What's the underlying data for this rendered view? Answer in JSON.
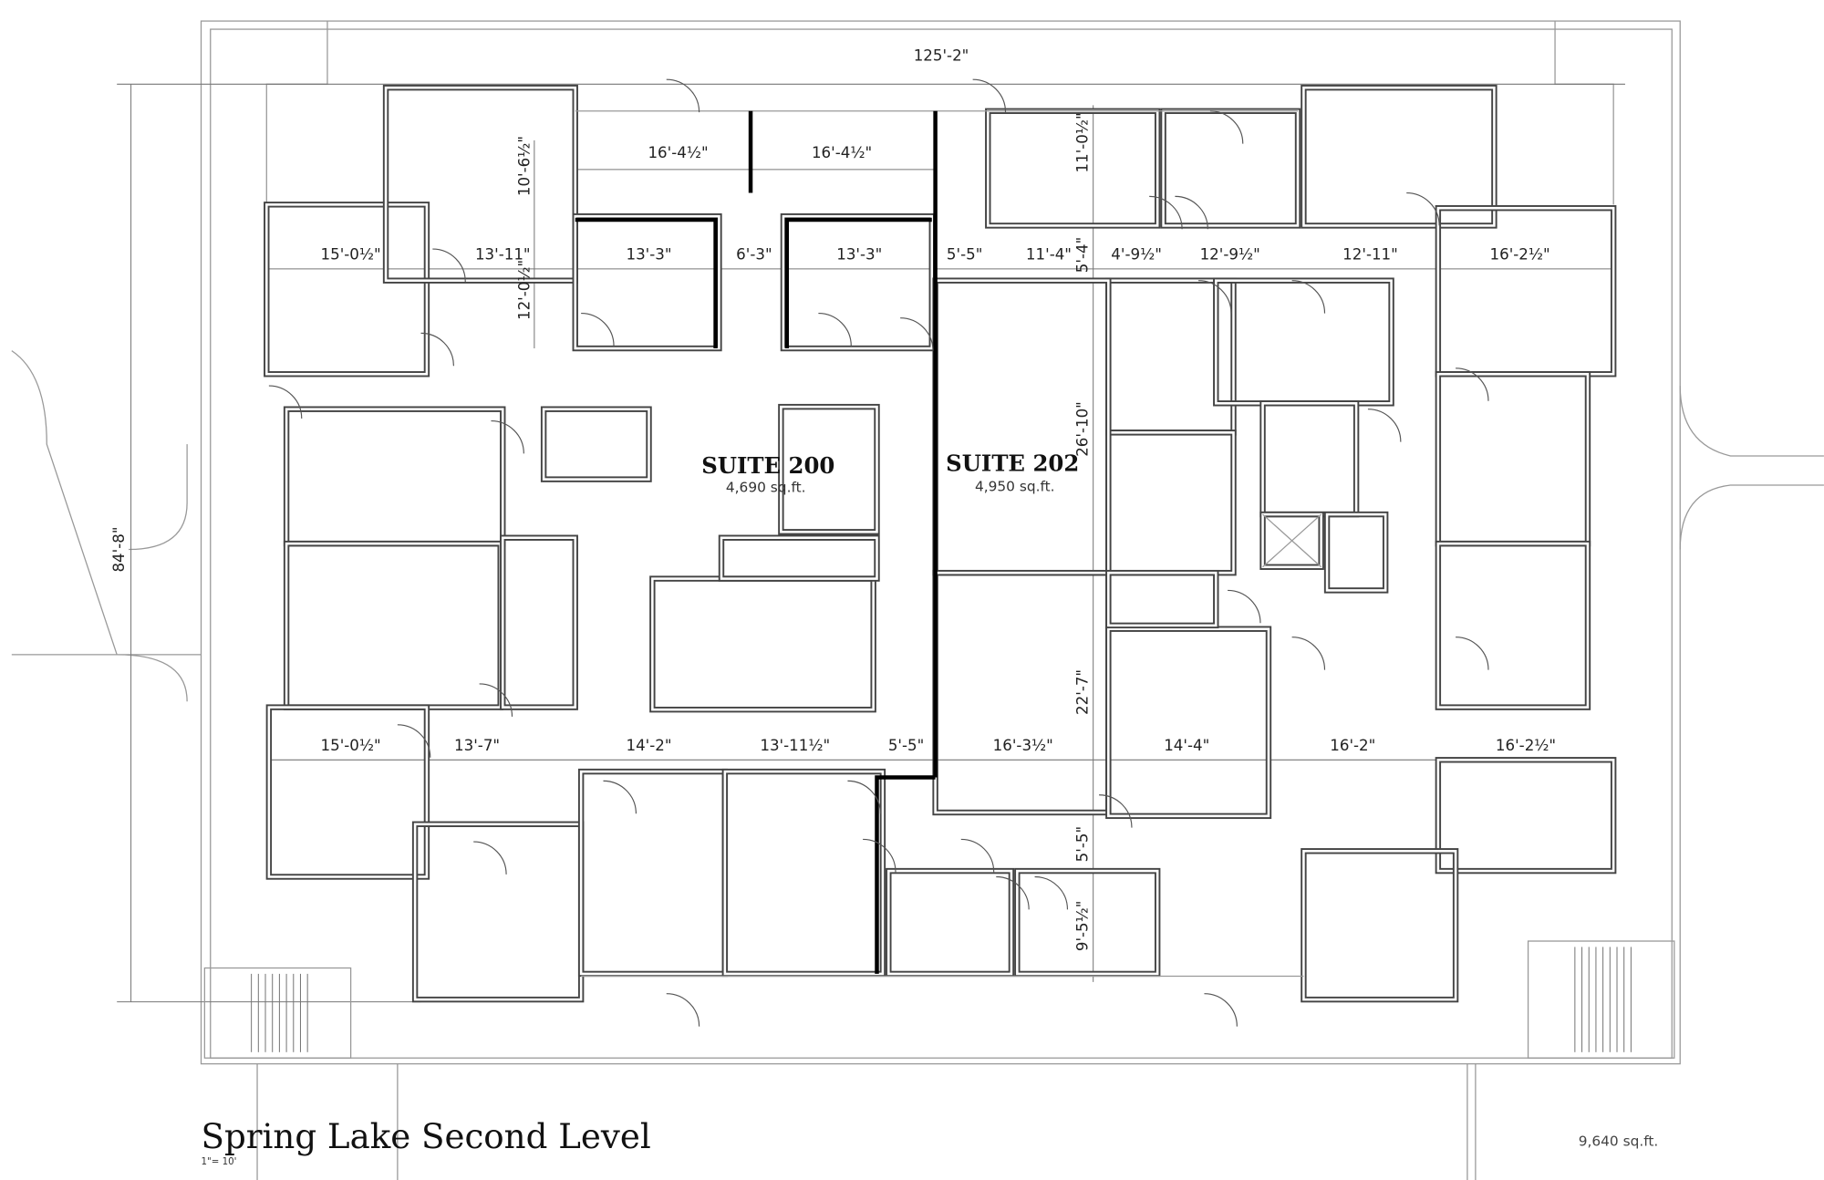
{
  "plan": {
    "title": "Spring Lake Second Level",
    "scale": "1\"= 10'",
    "total_area": "9,640 sq.ft."
  },
  "suites": [
    {
      "name": "SUITE 200",
      "area": "4,690 sq.ft."
    },
    {
      "name": "SUITE 202",
      "area": "4,950 sq.ft."
    }
  ],
  "dimensions": {
    "overall_width": "125'-2\"",
    "overall_depth": "84'-8\"",
    "top_row": [
      "16'-4½\"",
      "16'-4½\""
    ],
    "vertical_top": [
      "10'-6½\"",
      "12'-0½\"",
      "11'-0½\"",
      "5'-4\""
    ],
    "upper_row": [
      "15'-0½\"",
      "13'-11\"",
      "13'-3\"",
      "6'-3\"",
      "13'-3\"",
      "5'-5\"",
      "11'-4\"",
      "4'-9½\"",
      "12'-9½\"",
      "12'-11\"",
      "16'-2½\""
    ],
    "vertical_mid": [
      "26'-10\"",
      "22'-7\"",
      "5'-5\"",
      "9'-5½\""
    ],
    "lower_row": [
      "15'-0½\"",
      "13'-7\"",
      "14'-2\"",
      "13'-11½\"",
      "5'-5\"",
      "16'-3½\"",
      "14'-4\"",
      "16'-2\"",
      "16'-2½\""
    ]
  }
}
